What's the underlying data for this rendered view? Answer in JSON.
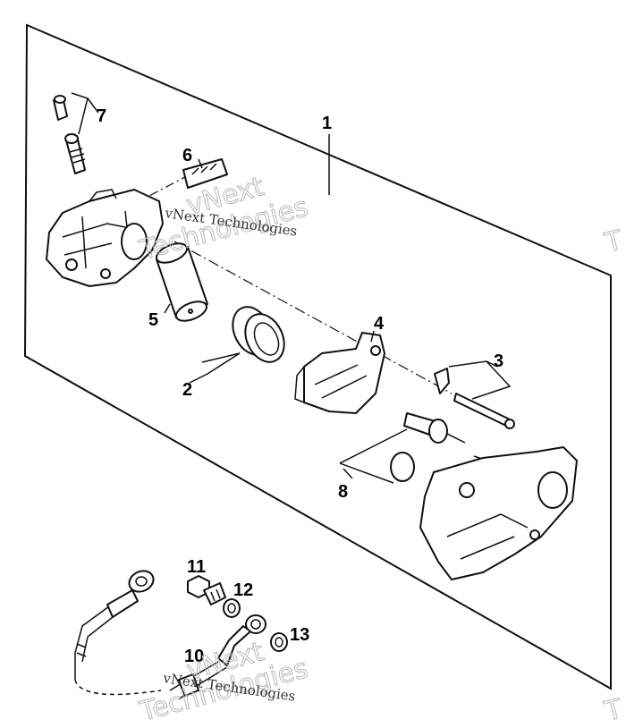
{
  "callouts": [
    {
      "id": "1",
      "label": "1"
    },
    {
      "id": "2",
      "label": "2"
    },
    {
      "id": "3",
      "label": "3"
    },
    {
      "id": "4",
      "label": "4"
    },
    {
      "id": "5",
      "label": "5"
    },
    {
      "id": "6",
      "label": "6"
    },
    {
      "id": "7",
      "label": "7"
    },
    {
      "id": "8",
      "label": "8"
    },
    {
      "id": "10",
      "label": "10"
    },
    {
      "id": "11",
      "label": "11"
    },
    {
      "id": "12",
      "label": "12"
    },
    {
      "id": "13",
      "label": "13"
    }
  ],
  "watermark": {
    "line": "vNext Technologies",
    "word_v": "vNext",
    "word_tech": "Technologies",
    "edge_letter": "T"
  }
}
